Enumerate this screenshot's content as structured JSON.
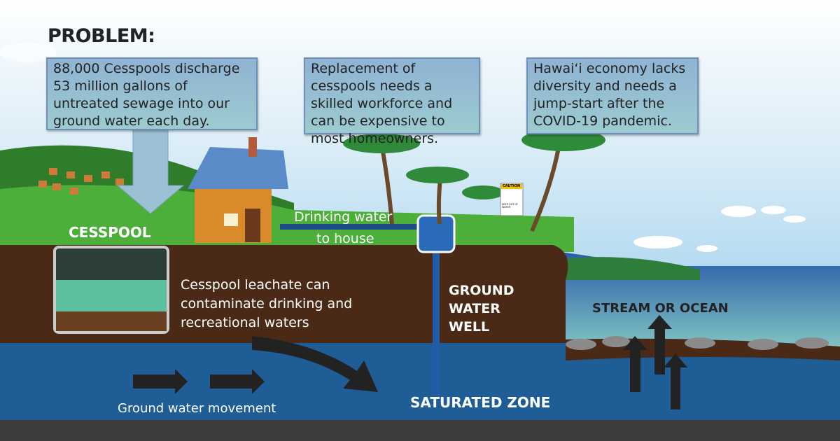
{
  "title": "PROBLEM:",
  "boxes": [
    "88,000 Cesspools discharge 53 million gallons of untreated sewage into our ground water each day.",
    "Replacement of cesspools needs a skilled workforce and can be expensive to most homeowners.",
    "Hawai‘i economy lacks diversity and needs a jump-start after the COVID-19 pandemic."
  ],
  "labels": {
    "cesspool": "CESSPOOL",
    "drinking_water": "Drinking water",
    "to_house": "to house",
    "leachate": "Cesspool leachate can contaminate drinking and recreational waters",
    "well_1": "GROUND",
    "well_2": "WATER",
    "well_3": "WELL",
    "stream": "STREAM OR OCEAN",
    "ground_water_movement": "Ground water movement",
    "saturated_zone": "SATURATED ZONE"
  },
  "sign": {
    "header": "CAUTION",
    "body": "KEEP OUT OF WATER"
  },
  "colors": {
    "soil": "#4a2a16",
    "groundwater": "#1f5d96",
    "grass": "#3a9a2a",
    "box": "#9cc0d4"
  }
}
